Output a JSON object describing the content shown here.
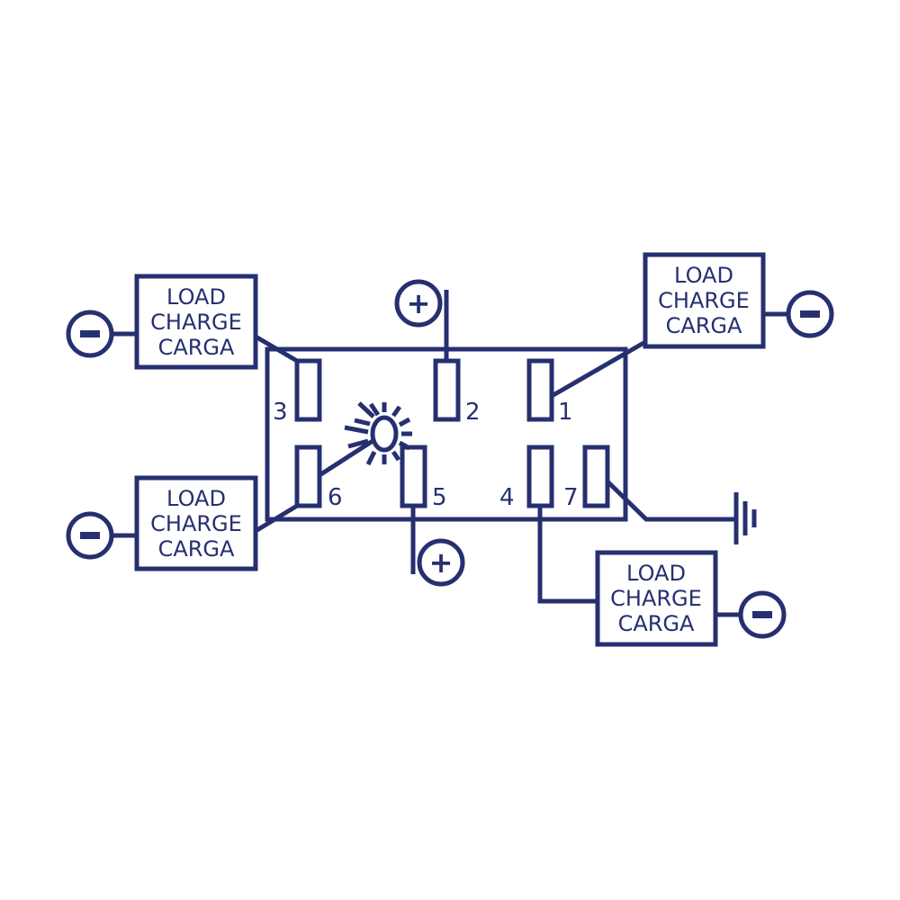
{
  "color": "#263070",
  "load_box": {
    "line1": "LOAD",
    "line2": "CHARGE",
    "line3": "CARGA"
  },
  "terminals": [
    "1",
    "2",
    "3",
    "4",
    "5",
    "6",
    "7"
  ],
  "plus_symbol": "+",
  "minus_symbol": "−"
}
